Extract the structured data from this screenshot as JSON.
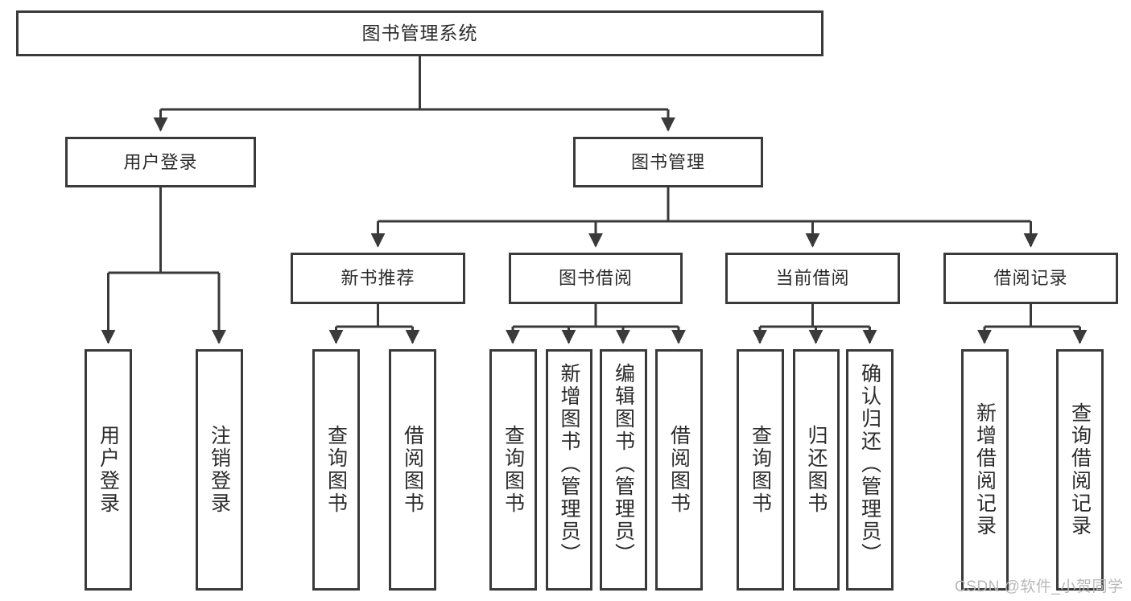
{
  "diagram": {
    "type": "tree-hierarchy",
    "title": "图书管理系统",
    "root": {
      "label": "图书管理系统"
    },
    "level2": [
      {
        "id": "user-login",
        "label": "用户登录"
      },
      {
        "id": "book-management",
        "label": "图书管理"
      }
    ],
    "level3": [
      {
        "id": "new-book-recommend",
        "label": "新书推荐",
        "parent": "book-management"
      },
      {
        "id": "book-borrow",
        "label": "图书借阅",
        "parent": "book-management"
      },
      {
        "id": "current-borrow",
        "label": "当前借阅",
        "parent": "book-management"
      },
      {
        "id": "borrow-record",
        "label": "借阅记录",
        "parent": "book-management"
      }
    ],
    "leaves": [
      {
        "id": "leaf-user-login",
        "label": "用户登录",
        "parent": "user-login"
      },
      {
        "id": "leaf-logout-login",
        "label": "注销登录",
        "parent": "user-login"
      },
      {
        "id": "leaf-query-book-1",
        "label": "查询图书",
        "parent": "new-book-recommend"
      },
      {
        "id": "leaf-borrow-book-1",
        "label": "借阅图书",
        "parent": "new-book-recommend"
      },
      {
        "id": "leaf-query-book-2",
        "label": "查询图书",
        "parent": "book-borrow"
      },
      {
        "id": "leaf-add-book",
        "label": "新增图书（管理员）",
        "parent": "book-borrow"
      },
      {
        "id": "leaf-edit-book",
        "label": "编辑图书（管理员）",
        "parent": "book-borrow"
      },
      {
        "id": "leaf-borrow-book-2",
        "label": "借阅图书",
        "parent": "book-borrow"
      },
      {
        "id": "leaf-query-book-3",
        "label": "查询图书",
        "parent": "current-borrow"
      },
      {
        "id": "leaf-return-book",
        "label": "归还图书",
        "parent": "current-borrow"
      },
      {
        "id": "leaf-confirm-return",
        "label": "确认归还（管理员）",
        "parent": "current-borrow"
      },
      {
        "id": "leaf-add-record",
        "label": "新增借阅记录",
        "parent": "borrow-record"
      },
      {
        "id": "leaf-query-record",
        "label": "查询借阅记录",
        "parent": "borrow-record"
      }
    ],
    "watermark": "CSDN @软件_小贺同学",
    "colors": {
      "stroke": "#3a3a3a",
      "background": "#ffffff",
      "text": "#2b2b2b",
      "watermark": "#b8b8b8"
    }
  }
}
